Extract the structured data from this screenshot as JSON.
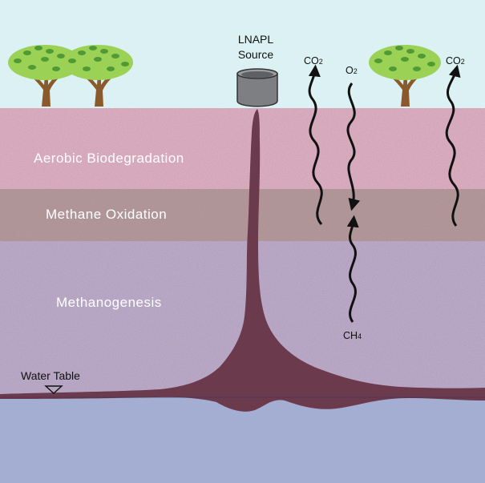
{
  "source": {
    "line1": "LNAPL",
    "line2": "Source"
  },
  "gas": {
    "co2_left": "CO",
    "co2_right": "CO",
    "o2": "O",
    "ch4": "CH"
  },
  "subscripts": {
    "co2": "2",
    "o2": "2",
    "ch4": "4"
  },
  "zones": [
    {
      "label": "Aerobic Biodegradation",
      "color": "#e6b3c9"
    },
    {
      "label": "Methane Oxidation",
      "color": "#b89a9e"
    },
    {
      "label": "Methanogenesis",
      "color": "#c0aed2"
    }
  ],
  "water_table": {
    "label": "Water Table"
  },
  "colors": {
    "sky": "#dcf1f4",
    "groundwater": "#a4aed2",
    "lnapl": "#6b3a4d",
    "arrow": "#111111",
    "tree_leaf": "#8cc63f",
    "tree_trunk": "#8a5a2b"
  }
}
